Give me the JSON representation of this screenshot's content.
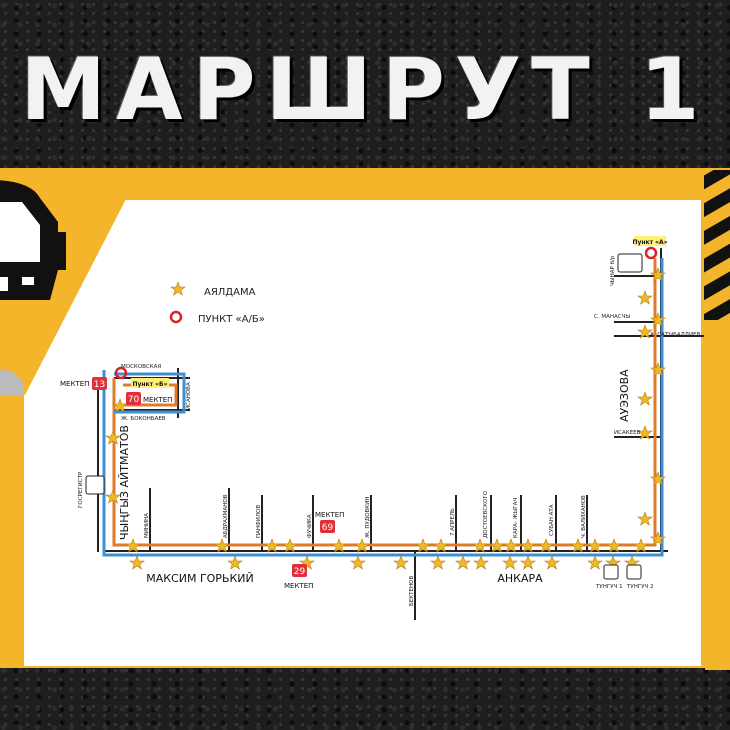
{
  "title": "МАРШРУТ 1",
  "legend": {
    "stop_label": "АЯЛДАМА",
    "point_label": "ПУНКТ «А/Б»"
  },
  "points": {
    "a_label": "Пункт «А»",
    "b_label": "Пункт «Б»"
  },
  "streets": {
    "maxim_gorky": "МАКСИМ ГОРЬКИЙ",
    "ankara": "АНКАРА",
    "aitmatov": "ЧЫҢГЫЗ АЙТМАТОВ",
    "auezova": "АУЭЗОВА",
    "moskovskaya": "МОСКОВСКАЯ",
    "bokonbaev": "Ж. БОКОНБАЕВ",
    "isanova": "ИСАНОВА",
    "minina": "МИНИНА",
    "abdrakhmanov": "АБДРАХМАНОВ",
    "panfilov": "ПАНФИЛОВ",
    "fuchik": "ФУЧИКА",
    "pudovkin": "Ж. ПУДОВКИН",
    "bektenov": "БЕКТЕНОВ",
    "april7": "7 АПРЕЛЬ",
    "dostoevsky": "ДОСТОЕВСКОГО",
    "kara_zhygach": "КАРА- ЖЫГАЧ",
    "suban_ata": "СУБАН АТА",
    "valikhanov": "Ч. ВАЛИХАНОВ",
    "chinar": "ЧЫНАР б/р",
    "manas": "С. МАНАСЧЫ",
    "satybaldiev": "А. САТЫБАЛДИЕВ",
    "isakeev": "ИСАКЕЕВ",
    "gosregistr": "ГОСРЕГИСТР"
  },
  "schools": {
    "label": "МЕКТЕП",
    "s13": "13",
    "s70": "70",
    "s69": "69",
    "s29": "29"
  },
  "tunguch": {
    "t1": "ТУНГУЧ 1",
    "t2": "ТУНГУЧ 2"
  },
  "colors": {
    "route_blue": "#3d8fd6",
    "route_orange": "#e07b2c",
    "stop_star": "#f2b826",
    "point_red": "#d8232a",
    "school_red": "#e0303a",
    "panel_yellow": "#f5b52a"
  }
}
